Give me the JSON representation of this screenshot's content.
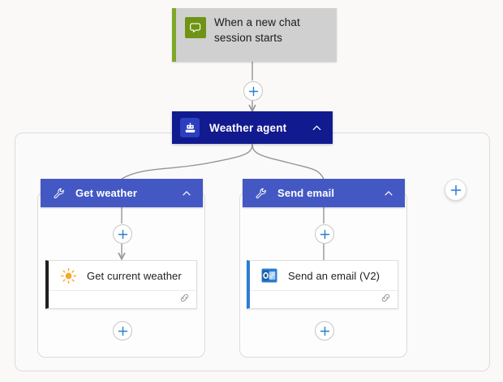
{
  "canvas": {
    "background": "#faf9f8",
    "accents": {
      "trigger_green": "#6f9314",
      "agent_navy": "#121a8f",
      "tool_blue": "#4458c4",
      "action_black": "#201f1e",
      "action_blue": "#2b7cd3",
      "plus_blue": "#2b7cd3",
      "connector_gray": "#979593"
    }
  },
  "trigger": {
    "title": "When a new chat session starts",
    "icon": "chat-bubble-icon",
    "icon_color": "#6f9314",
    "accent_color": "#7fa82a",
    "background": "#d0d0d0"
  },
  "agent": {
    "title": "Weather agent",
    "icon": "robot-icon",
    "collapse_icon": "chevron-up-icon",
    "background": "#121a8f"
  },
  "tools": [
    {
      "title": "Get weather",
      "icon": "wrench-icon",
      "collapse_icon": "chevron-up-icon",
      "background": "#4458c4",
      "action": {
        "title": "Get current weather",
        "icon": "sun-icon",
        "icon_color": "#f7a828",
        "accent_color": "#201f1e",
        "footer_icon": "link-icon"
      }
    },
    {
      "title": "Send email",
      "icon": "wrench-icon",
      "collapse_icon": "chevron-up-icon",
      "background": "#4458c4",
      "action": {
        "title": "Send an email (V2)",
        "icon": "outlook-icon",
        "icon_color": "#2b7cd3",
        "accent_color": "#2b7cd3",
        "footer_icon": "link-icon"
      }
    }
  ],
  "add_buttons": [
    {
      "name": "add-step-after-trigger",
      "label": "+"
    },
    {
      "name": "add-step-in-get-weather",
      "label": "+"
    },
    {
      "name": "add-step-in-send-email",
      "label": "+"
    },
    {
      "name": "add-step-below-get-weather",
      "label": "+"
    },
    {
      "name": "add-step-below-send-email",
      "label": "+"
    },
    {
      "name": "add-tool-to-agent",
      "label": "+"
    }
  ]
}
